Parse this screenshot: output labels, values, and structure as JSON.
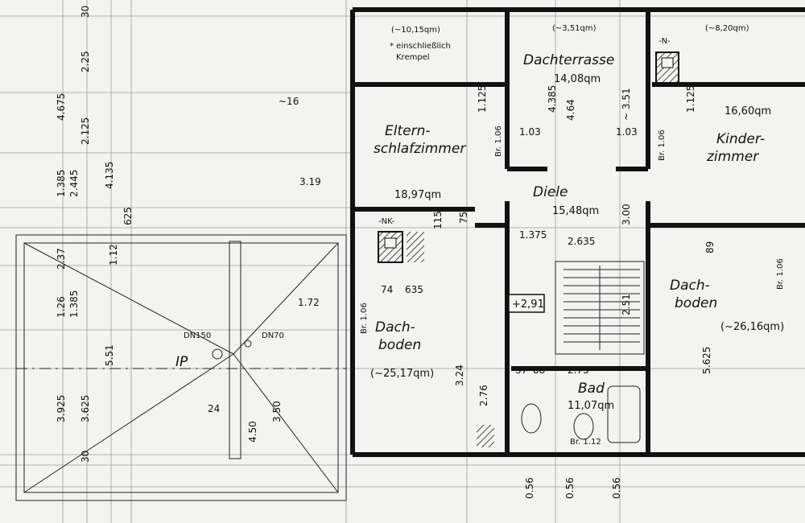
{
  "rooms": {
    "dachterrasse": {
      "name": "Dachterrasse",
      "area": "14,08qm",
      "approx": "(~3,51qm)"
    },
    "eltern": {
      "name1": "Eltern-",
      "name2": "schlafzimmer",
      "area": "18,97qm"
    },
    "kinder": {
      "name1": "Kinder-",
      "name2": "zimmer",
      "area": "16,60qm",
      "approx": "(~8,20qm)"
    },
    "diele": {
      "name": "Diele",
      "area": "15,48qm"
    },
    "dachboden_left": {
      "name1": "Dach-",
      "name2": "boden",
      "area": "(~25,17qm)"
    },
    "dachboden_right": {
      "name1": "Dach-",
      "name2": "boden",
      "area": "(~26,16qm)"
    },
    "bad": {
      "name": "Bad",
      "area": "11,07qm"
    }
  },
  "notes": {
    "top_left_approx": "(~10,15qm)",
    "einschl1": "* einschließlich",
    "einschl2": "Krempel",
    "nk_top": "-N-",
    "nk_mid": "-NK-",
    "level": "+2,91",
    "ip": "IP",
    "dn150": "DN150",
    "dn70": "DN70",
    "approx16": "~16"
  },
  "dims": {
    "d_4675": "4.675",
    "d_225": "2.25",
    "d_30a": "30",
    "d_2125": "2.125",
    "d_1385": "1.385",
    "d_2445": "2.445",
    "d_4135": "4.135",
    "d_625": "625",
    "d_112": "1.12",
    "d_237": "2.37",
    "d_126": "1.26",
    "d_1385b": "1.385",
    "d_551": "5.51",
    "d_3925": "3.925",
    "d_3625": "3.625",
    "d_30b": "30",
    "d_319": "3.19",
    "d_172": "1.72",
    "d_450": "4.50",
    "d_350": "3.50",
    "d_24": "24",
    "d_4385": "4.385",
    "d_464": "4.64",
    "d_351": "~ 3.51",
    "d_103a": "1.03",
    "d_103b": "1.03",
    "d_1125a": "1.125",
    "d_1125b": "1.125",
    "d_1375": "1.375",
    "d_2635": "2.635",
    "d_300": "3.00",
    "d_251": "2.51",
    "d_5625": "5.625",
    "d_275": "2.75",
    "d_3785": "37",
    "d_885": "88",
    "d_324": "3.24",
    "d_276": "2.76",
    "d_056a": "0.56",
    "d_056b": "0.56",
    "d_056c": "0.56",
    "d_br112": "Br. 1.12",
    "d_br106a": "Br. 1.06",
    "d_br106b": "Br. 1.06",
    "d_br106c": "Br. 1.06",
    "d_br106d": "Br. 1.06",
    "d_74": "74",
    "d_635": "635",
    "d_89": "89",
    "d_75": "75",
    "d_115": "115"
  }
}
